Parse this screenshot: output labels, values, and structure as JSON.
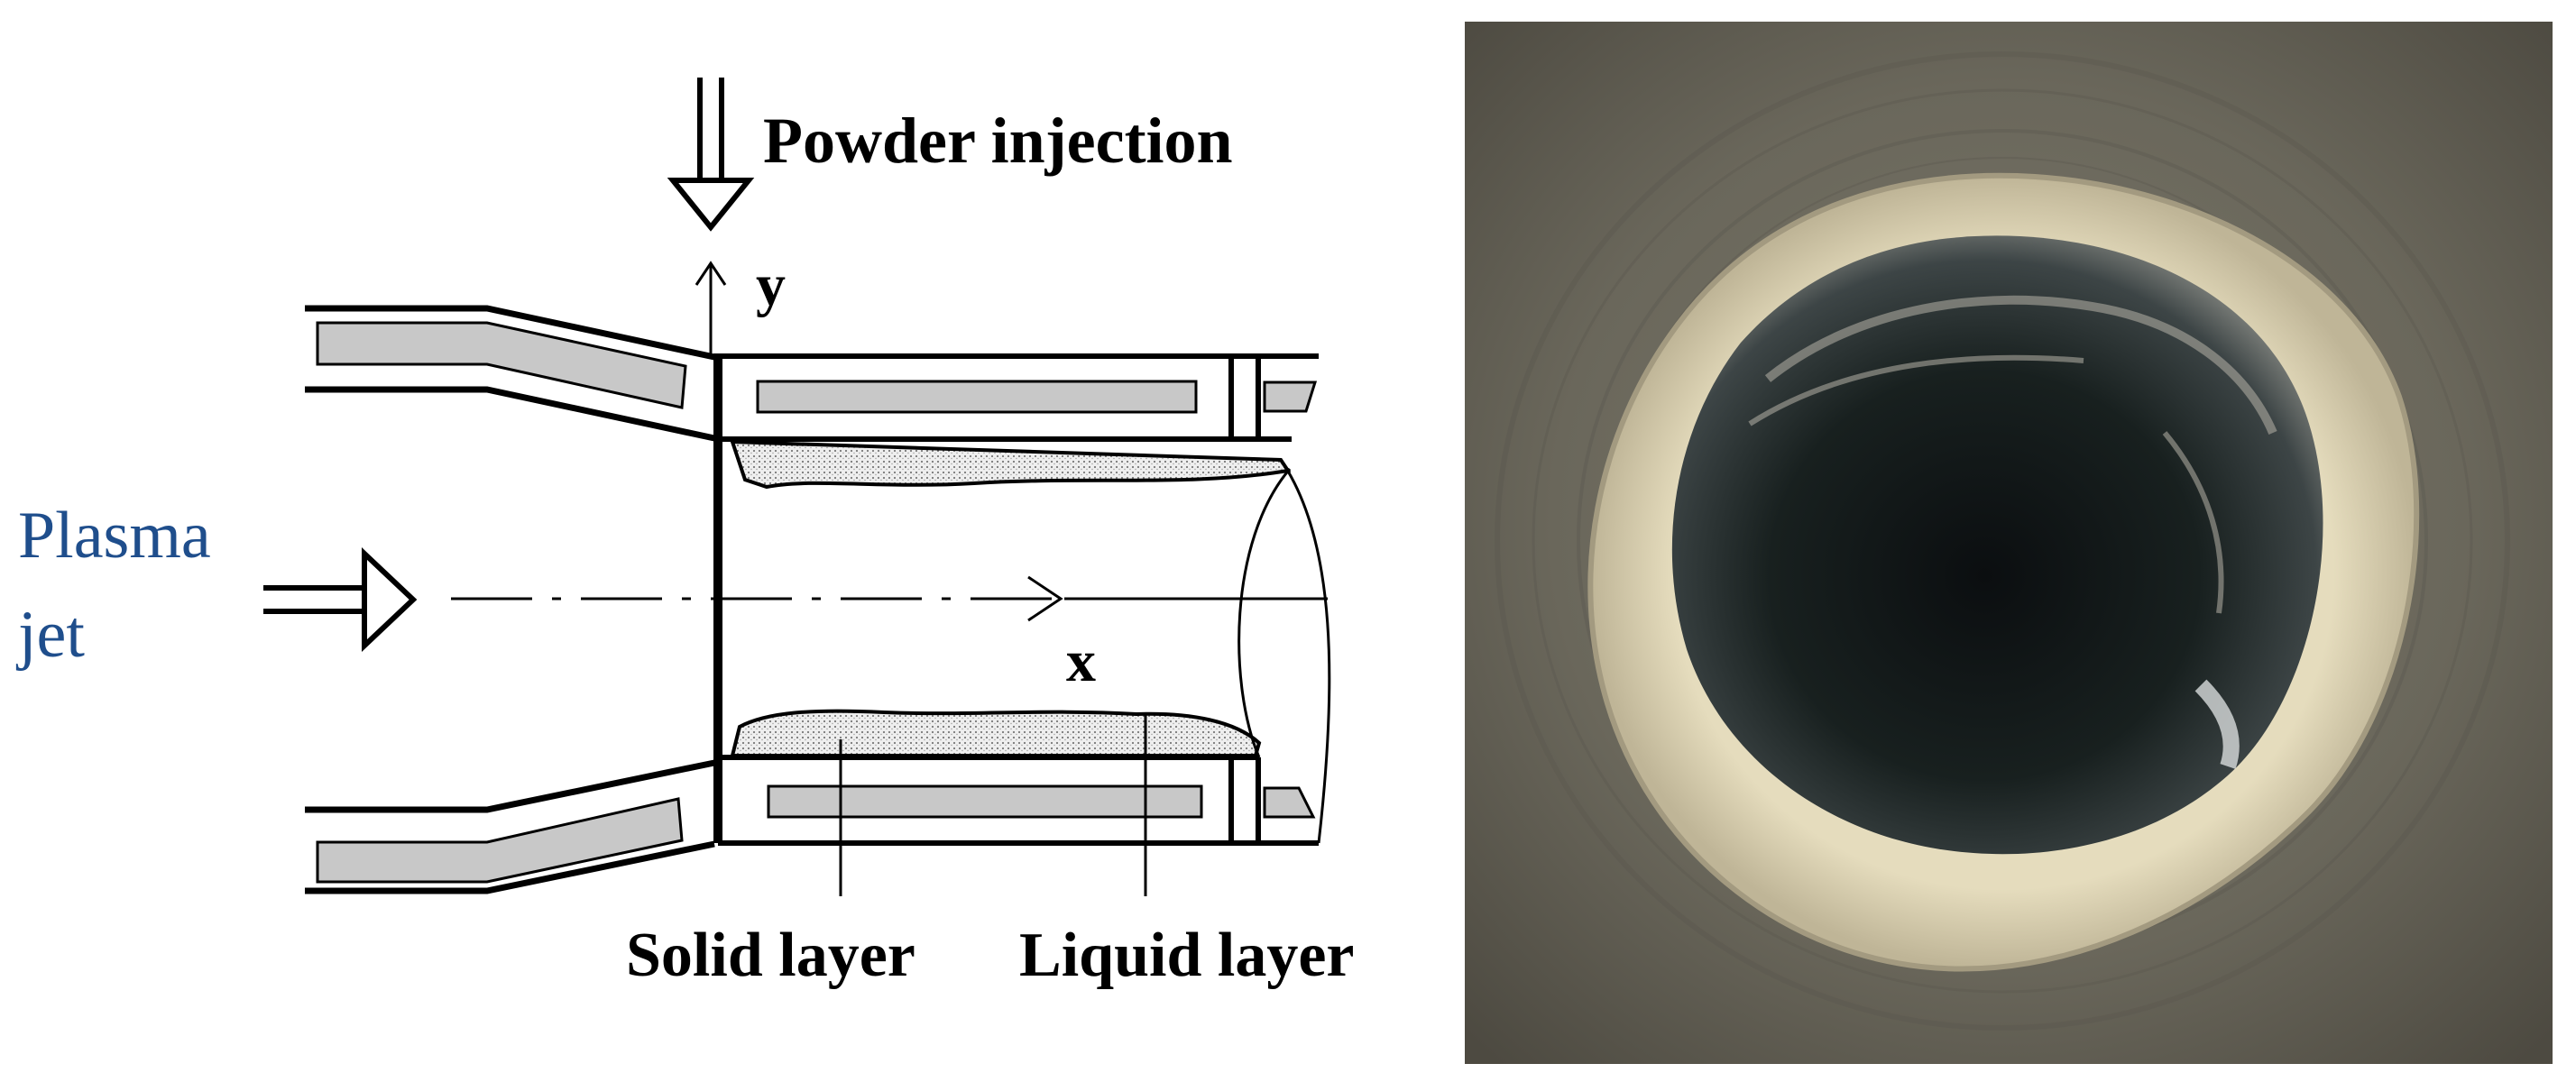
{
  "diagram": {
    "labels": {
      "powder_injection": "Powder injection",
      "y_axis": "y",
      "x_axis": "x",
      "plasma": "Plasma",
      "jet": "jet",
      "solid_layer": "Solid layer",
      "liquid_layer": "Liquid layer"
    },
    "colors": {
      "line": "#000000",
      "insert_fill": "#c8c8c8",
      "plasma_text": "#1f4e8c",
      "deposit_fill": "#d9d9d9"
    }
  },
  "photo": {
    "colors": {
      "background": "#6f6c60",
      "ring": "#d9cfae",
      "bore": "#0f1416"
    }
  }
}
